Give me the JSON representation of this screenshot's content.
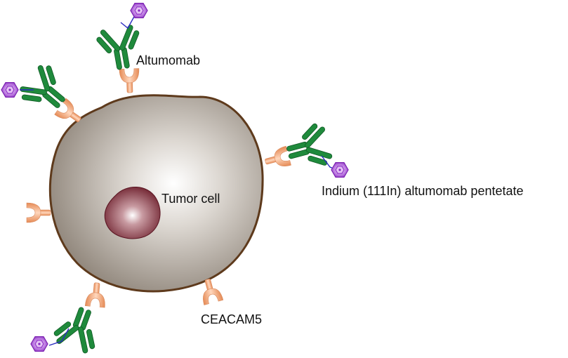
{
  "labels": {
    "antibody": "Altumomab",
    "conjugate": "Indium (111In) altumomab pentetate",
    "cell": "Tumor cell",
    "receptor": "CEACAM5"
  },
  "colors": {
    "cell_fill": "#9e958b",
    "cell_outline": "#5e3a1c",
    "nucleus": "#6d1f2c",
    "antibody": "#1f8a3c",
    "receptor": "#f2a77a",
    "radiolabel": "#9b3fd1",
    "linker": "#2a2ac0"
  }
}
